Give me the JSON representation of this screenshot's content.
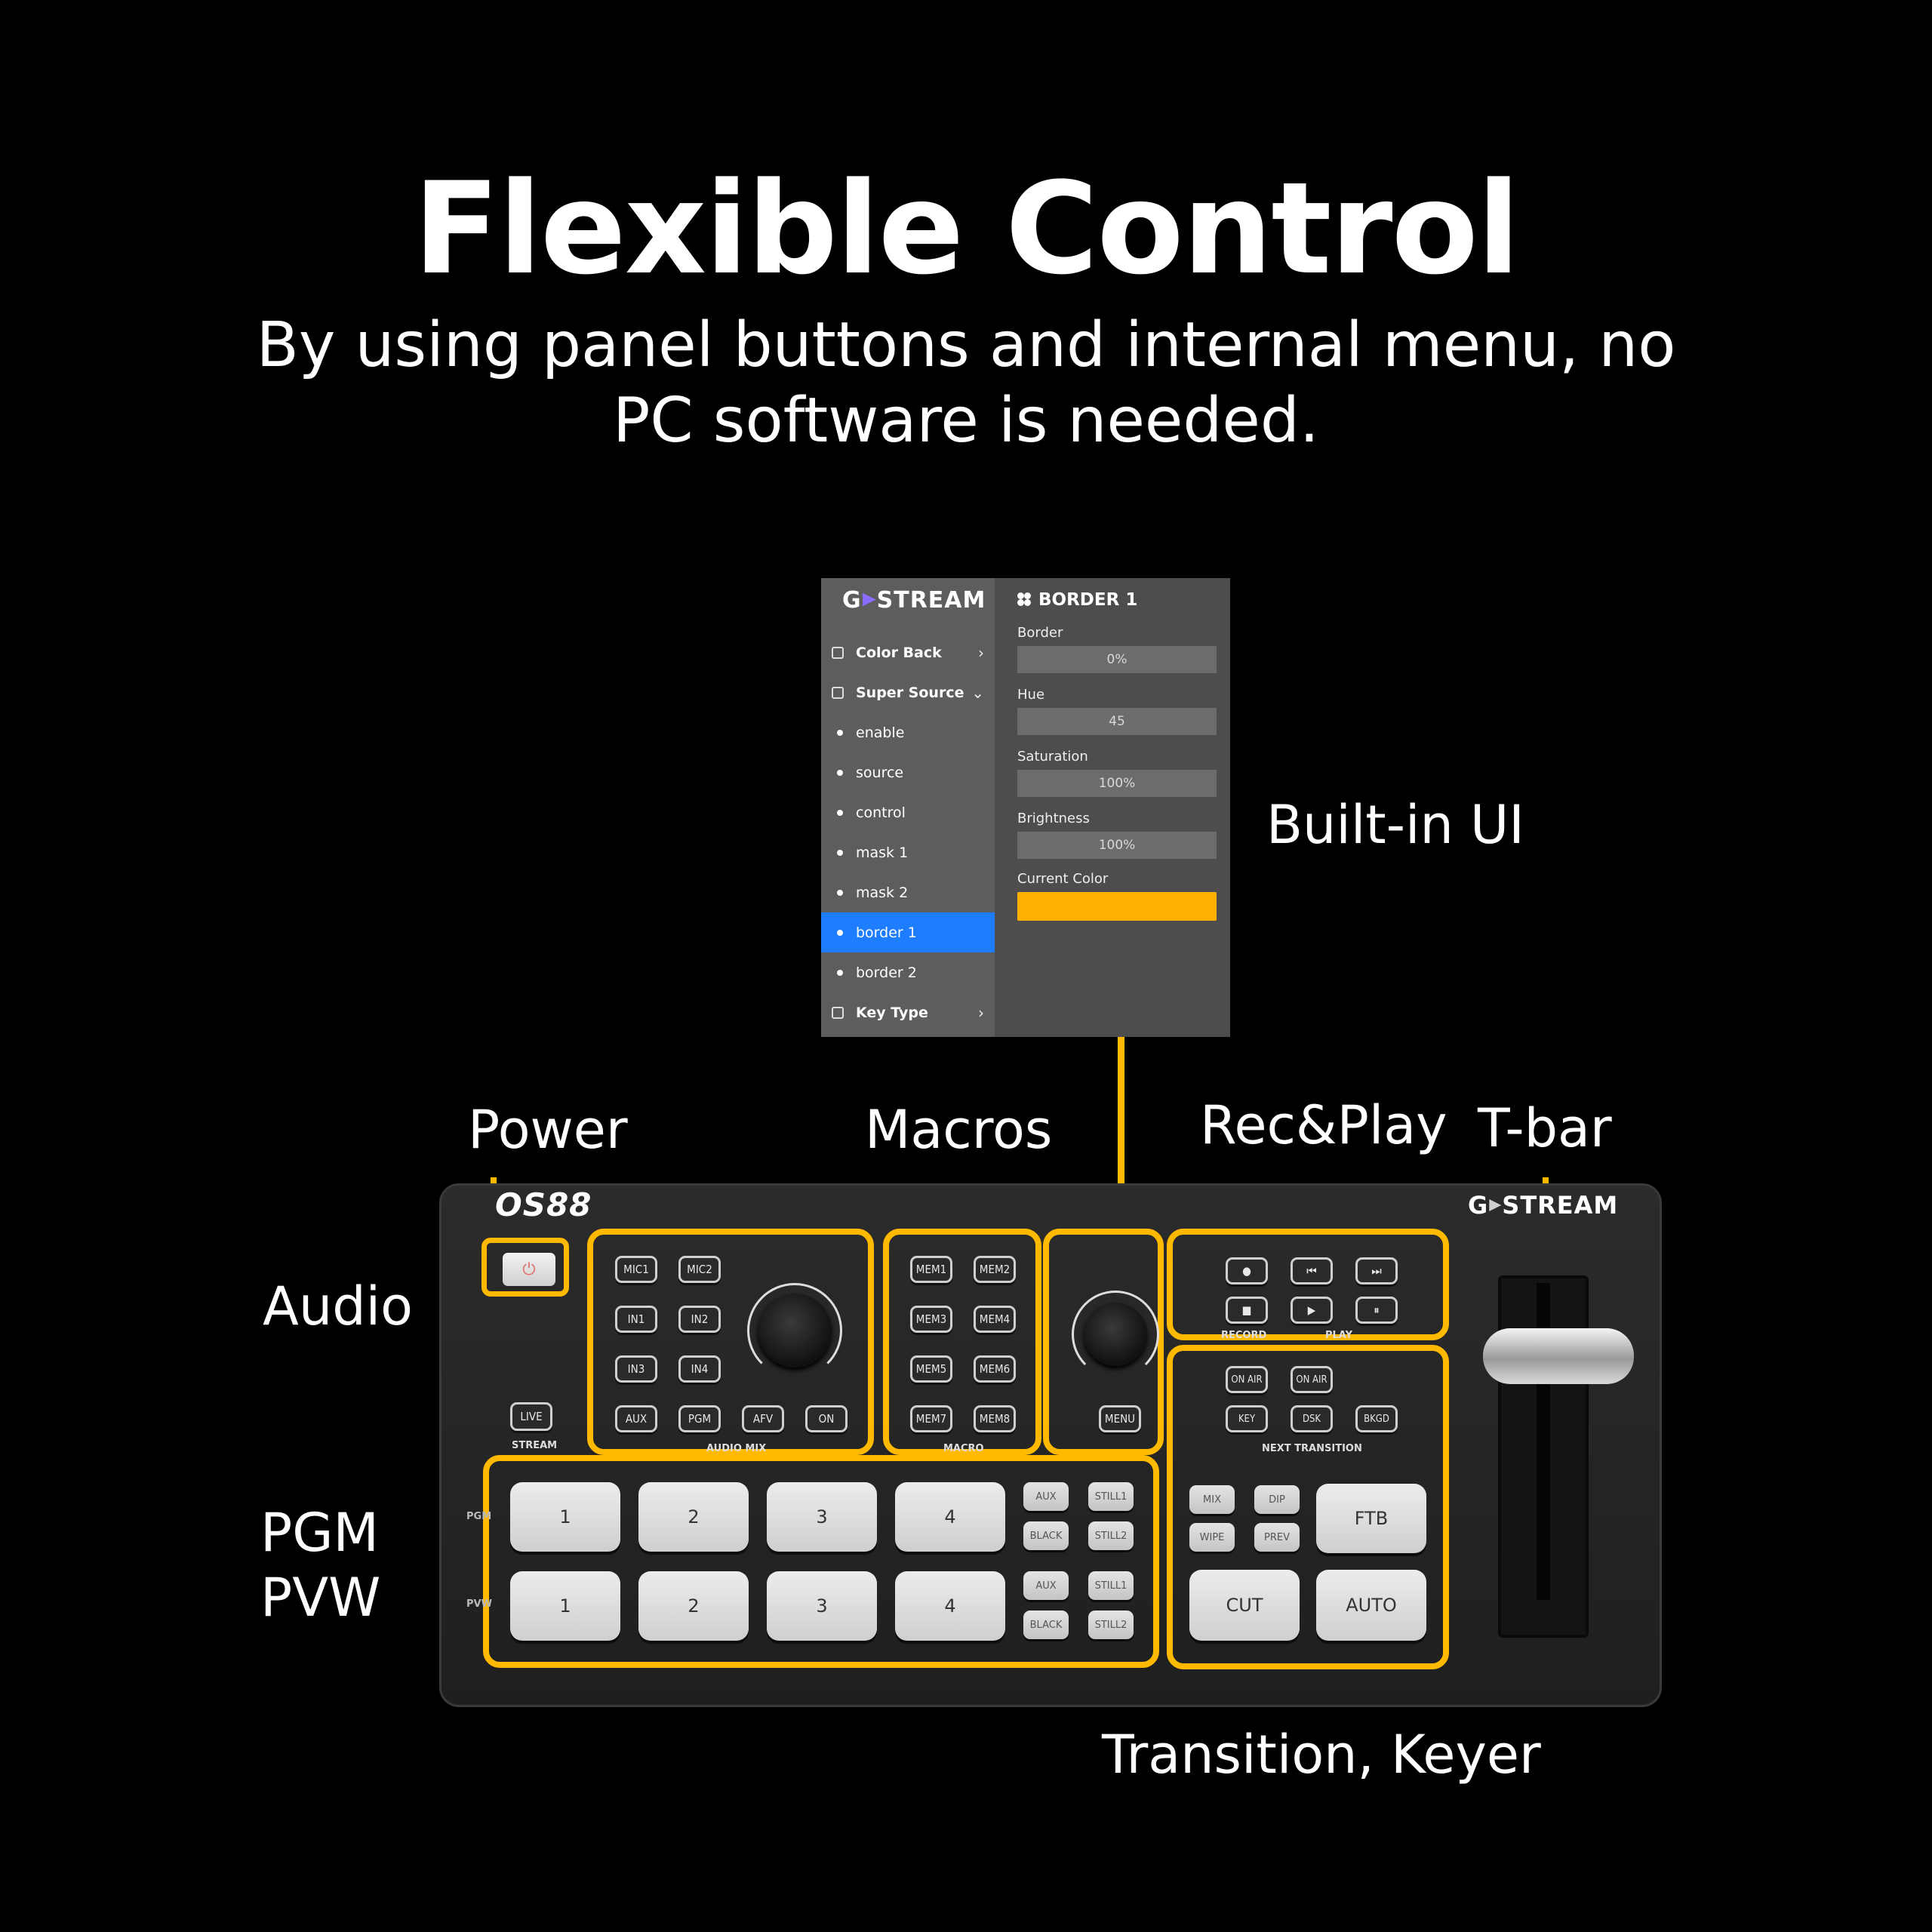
{
  "title": "Flexible Control",
  "subtitle": "By using panel buttons and internal menu, no PC software is needed.",
  "ui": {
    "logo_a": "G",
    "logo_b": "STREAM",
    "menu": [
      {
        "label": "Color Back",
        "kind": "group",
        "chevron": "›"
      },
      {
        "label": "Super Source",
        "kind": "group",
        "chevron": "⌄"
      },
      {
        "label": "enable",
        "kind": "sub"
      },
      {
        "label": "source",
        "kind": "sub"
      },
      {
        "label": "control",
        "kind": "sub"
      },
      {
        "label": "mask 1",
        "kind": "sub"
      },
      {
        "label": "mask 2",
        "kind": "sub"
      },
      {
        "label": "border 1",
        "kind": "sub",
        "active": true
      },
      {
        "label": "border 2",
        "kind": "sub"
      },
      {
        "label": "Key Type",
        "kind": "group",
        "chevron": "›"
      }
    ],
    "header": "BORDER 1",
    "fields": [
      {
        "label": "Border",
        "value": "0%"
      },
      {
        "label": "Hue",
        "value": "45"
      },
      {
        "label": "Saturation",
        "value": "100%"
      },
      {
        "label": "Brightness",
        "value": "100%"
      }
    ],
    "current_color_label": "Current Color",
    "current_color": "#FFB300",
    "active_color": "#1E7CFF"
  },
  "labels": {
    "builtin_ui": "Built-in UI",
    "power": "Power",
    "macros": "Macros",
    "rec_play": "Rec&Play",
    "tbar": "T-bar",
    "audio": "Audio",
    "pgm": "PGM",
    "pvw": "PVW",
    "transition_keyer": "Transition, Keyer"
  },
  "accent_color": "#FFBA00",
  "device": {
    "brand_left": "OS88",
    "brand_right_a": "G",
    "brand_right_b": "STREAM",
    "live": "LIVE",
    "stream_label": "STREAM",
    "audio_buttons": [
      "MIC1",
      "MIC2",
      "IN1",
      "IN2",
      "IN3",
      "IN4",
      "AUX",
      "PGM",
      "AFV",
      "ON"
    ],
    "audio_mix_label": "AUDIO MIX",
    "macro_buttons": [
      "MEM1",
      "MEM2",
      "MEM3",
      "MEM4",
      "MEM5",
      "MEM6",
      "MEM7",
      "MEM8"
    ],
    "macro_label": "MACRO",
    "menu": "MENU",
    "record_label": "RECORD",
    "play_label": "PLAY",
    "keyer_buttons": [
      "ON AIR",
      "ON AIR",
      "KEY",
      "DSK",
      "BKGD"
    ],
    "next_transition_label": "NEXT TRANSITION",
    "transition_small": [
      "MIX",
      "DIP",
      "WIPE",
      "PREV"
    ],
    "ftb": "FTB",
    "cut": "CUT",
    "auto": "AUTO",
    "row_pgm_label": "PGM",
    "row_pvw_label": "PVW",
    "source_keys": [
      "1",
      "2",
      "3",
      "4"
    ],
    "small_keys_top": [
      "AUX",
      "STILL1",
      "BLACK",
      "STILL2"
    ],
    "small_keys_bottom": [
      "AUX",
      "STILL1",
      "BLACK",
      "STILL2"
    ]
  }
}
